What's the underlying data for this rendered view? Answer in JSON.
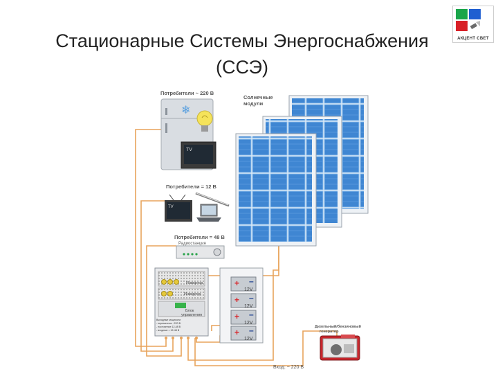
{
  "title": {
    "line1": "Стационарные Системы Энергоснабжения",
    "line2": "(ССЭ)"
  },
  "logo": {
    "text": "АКЦЕНТ СВЕТ",
    "colors": [
      "#1aa54a",
      "#1f5fd1",
      "#d81f26"
    ]
  },
  "diagram": {
    "consumers_220": "Потребители ~ 220 В",
    "consumers_12": "Потребители = 12 В",
    "consumers_48": "Потребители = 48 В",
    "solar_modules_line1": "Солнечные",
    "solar_modules_line2": "модули",
    "tv_label": "TV",
    "radio_station": "Радиостанция",
    "inverter_label": "Инвертор",
    "control_block_line1": "Блок",
    "control_block_line2": "управления",
    "battery_label": "12V",
    "generator_line1": "Дизельный/бензиновый",
    "generator_line2": "генератор",
    "input_label": "Вход: ~ 220 В",
    "legend_line1": "Выходные мощности",
    "legend_line2": "- переменное ~220 В",
    "legend_line3": "- постоянное 12-48 В",
    "legend_line4": "- входные = 12-48 В"
  },
  "colors": {
    "wire": "#e8a45b",
    "panel": "#4a8fd6",
    "panel_frame": "#9aa3ad",
    "battery_plus": "#d8262b",
    "battery_minus": "#1b3d8f",
    "generator": "#c9262c"
  }
}
